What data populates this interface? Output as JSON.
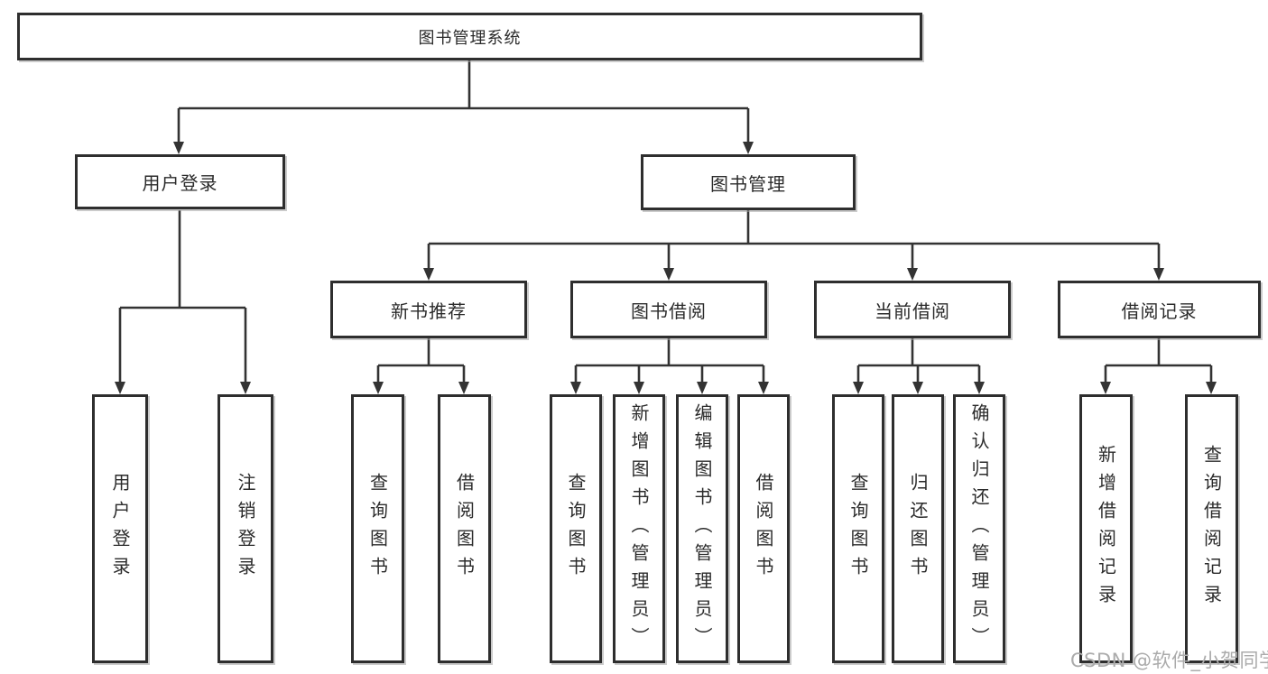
{
  "diagram": {
    "title": "图书管理系统",
    "type": "hierarchy-tree",
    "colors": {
      "background": "#ffffff",
      "box_fill": "#ffffff",
      "box_border": "#2e2e2e",
      "connector": "#333333",
      "text": "#2b2b2b",
      "watermark": "#ababab"
    },
    "nodes": {
      "root": {
        "label": "图书管理系统"
      },
      "user_login": {
        "label": "用户登录"
      },
      "book_mgmt": {
        "label": "图书管理"
      },
      "new_book_rec": {
        "label": "新书推荐"
      },
      "book_borrow": {
        "label": "图书借阅"
      },
      "current_borrow": {
        "label": "当前借阅"
      },
      "borrow_record": {
        "label": "借阅记录"
      },
      "leaf_user_login": {
        "label": "用户登录"
      },
      "leaf_logout": {
        "label": "注销登录"
      },
      "rec_query_book": {
        "label": "查询图书"
      },
      "rec_borrow_book": {
        "label": "借阅图书"
      },
      "bb_query_book": {
        "label": "查询图书"
      },
      "bb_add_book": {
        "label": "新增图书（管理员）"
      },
      "bb_edit_book": {
        "label": "编辑图书（管理员）"
      },
      "bb_borrow_book": {
        "label": "借阅图书"
      },
      "cb_query_book": {
        "label": "查询图书"
      },
      "cb_return_book": {
        "label": "归还图书"
      },
      "cb_confirm_return": {
        "label": "确认归还（管理员）"
      },
      "br_add_record": {
        "label": "新增借阅记录"
      },
      "br_query_record": {
        "label": "查询借阅记录"
      }
    },
    "edges": [
      {
        "from": "root",
        "to": "user_login"
      },
      {
        "from": "root",
        "to": "book_mgmt"
      },
      {
        "from": "user_login",
        "to": "leaf_user_login"
      },
      {
        "from": "user_login",
        "to": "leaf_logout"
      },
      {
        "from": "book_mgmt",
        "to": "new_book_rec"
      },
      {
        "from": "book_mgmt",
        "to": "book_borrow"
      },
      {
        "from": "book_mgmt",
        "to": "current_borrow"
      },
      {
        "from": "book_mgmt",
        "to": "borrow_record"
      },
      {
        "from": "new_book_rec",
        "to": "rec_query_book"
      },
      {
        "from": "new_book_rec",
        "to": "rec_borrow_book"
      },
      {
        "from": "book_borrow",
        "to": "bb_query_book"
      },
      {
        "from": "book_borrow",
        "to": "bb_add_book"
      },
      {
        "from": "book_borrow",
        "to": "bb_edit_book"
      },
      {
        "from": "book_borrow",
        "to": "bb_borrow_book"
      },
      {
        "from": "current_borrow",
        "to": "cb_query_book"
      },
      {
        "from": "current_borrow",
        "to": "cb_return_book"
      },
      {
        "from": "current_borrow",
        "to": "cb_confirm_return"
      },
      {
        "from": "borrow_record",
        "to": "br_add_record"
      },
      {
        "from": "borrow_record",
        "to": "br_query_record"
      }
    ]
  },
  "watermark": {
    "text": "CSDN @软件_小贺同学"
  }
}
